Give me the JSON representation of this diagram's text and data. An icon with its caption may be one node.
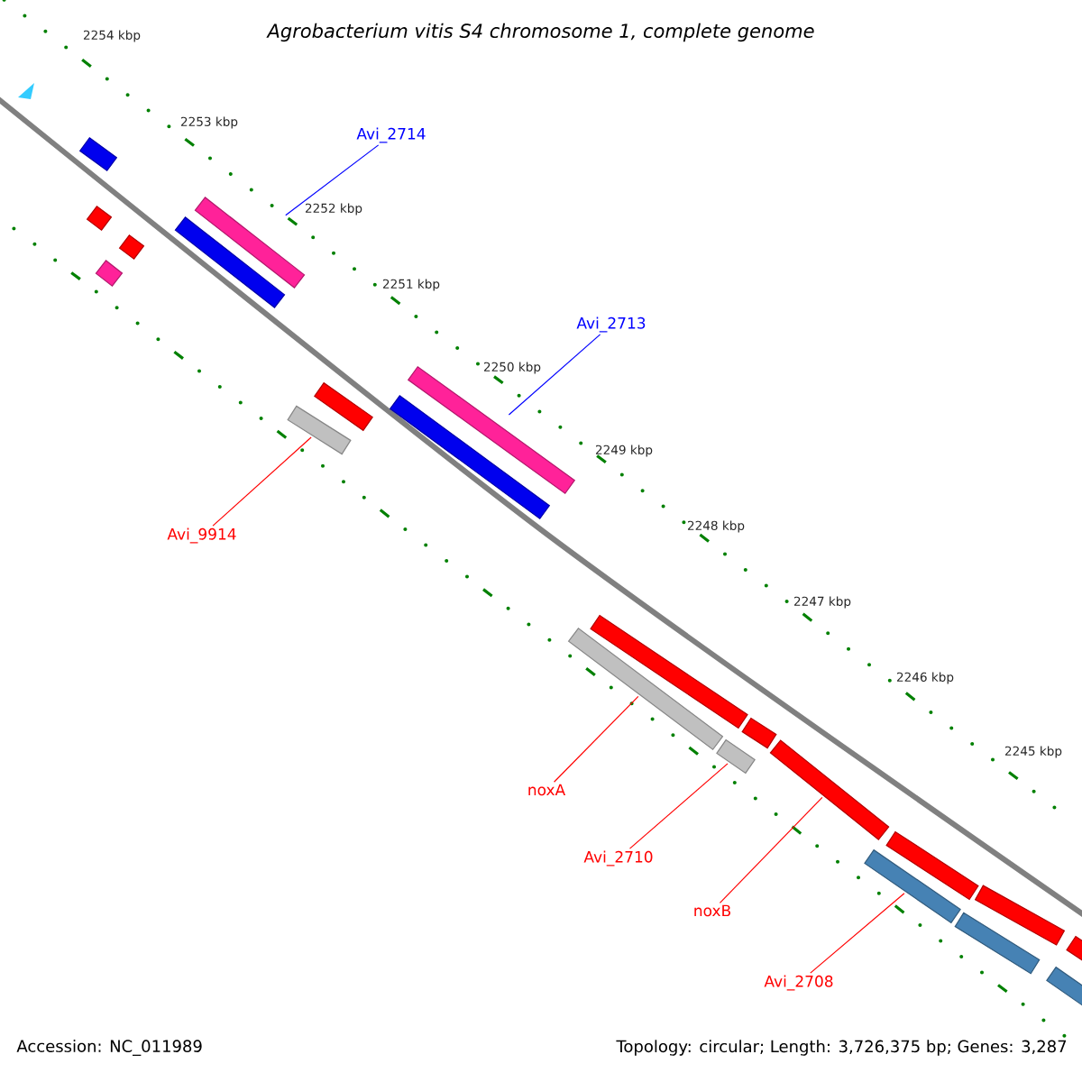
{
  "diagram": {
    "title": "Agrobacterium vitis S4 chromosome 1, complete genome",
    "nodes": [
      {
        "text": [
          "Avi_2714"
        ]
      },
      {
        "text": [],
        "shape": "bar"
      },
      {
        "text": [
          "Avi_2713"
        ]
      },
      {
        "text": [],
        "shape": "bar"
      },
      {
        "text": [
          "Avi_9914"
        ]
      },
      {
        "text": [],
        "shape": "bar"
      },
      {
        "text": [
          "noxA"
        ]
      },
      {
        "text": [],
        "shape": "bar"
      },
      {
        "text": [
          "Avi_2710"
        ]
      },
      {
        "text": [],
        "shape": "bar"
      },
      {
        "text": [
          "noxB"
        ]
      },
      {
        "text": [],
        "shape": "bar"
      },
      {
        "text": [
          "Avi_2708"
        ]
      },
      {
        "text": [],
        "shape": "bar"
      },
      {
        "text": [],
        "shape": "bar"
      },
      {
        "text": [],
        "shape": "bar"
      },
      {
        "text": [],
        "shape": "bar"
      },
      {
        "text": [],
        "shape": "bar"
      },
      {
        "text": [],
        "shape": "bar"
      },
      {
        "text": [],
        "shape": "bar"
      },
      {
        "text": [],
        "shape": "bar"
      },
      {
        "text": [],
        "shape": "bar"
      },
      {
        "text": [],
        "shape": "bar"
      },
      {
        "text": [],
        "shape": "bar"
      },
      {
        "text": [],
        "shape": "bar"
      },
      {
        "text": [],
        "shape": "bar"
      },
      {
        "text": [],
        "shape": "bar"
      },
      {
        "text": [],
        "shape": "bar"
      }
    ],
    "edges": [
      {
        "from": 0,
        "to": 1,
        "arrow": "none",
        "color": "#0000ff"
      },
      {
        "from": 2,
        "to": 3,
        "arrow": "none",
        "color": "#0000ff"
      },
      {
        "from": 4,
        "to": 5,
        "arrow": "none"
      },
      {
        "from": 6,
        "to": 7,
        "arrow": "none"
      },
      {
        "from": 8,
        "to": 9,
        "arrow": "none"
      },
      {
        "from": 10,
        "to": 11,
        "arrow": "none"
      },
      {
        "from": 12,
        "to": 13,
        "arrow": "none"
      }
    ],
    "labels": [
      "2254 kbp",
      "2253 kbp",
      "2252 kbp",
      "2251 kbp",
      "2250 kbp",
      "2249 kbp",
      "2248 kbp",
      "2247 kbp",
      "2246 kbp",
      "2245 kbp",
      "Accession: NC_011989",
      "Topology: circular; Length: 3,726,375 bp; Genes: 3,287"
    ]
  }
}
